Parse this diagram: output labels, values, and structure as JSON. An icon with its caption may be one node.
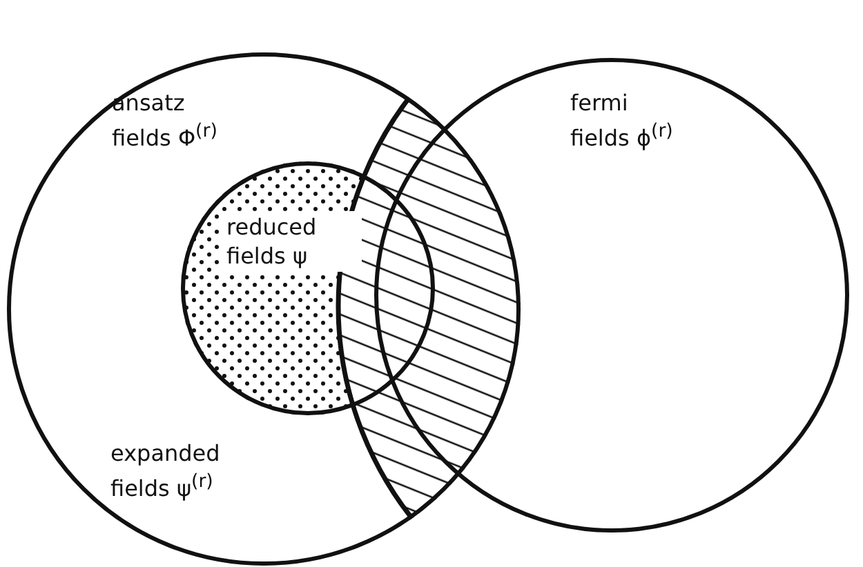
{
  "diagram": {
    "nodes": [
      {
        "text": [
          "ansatz fields Φ$^{(r)}$"
        ]
      },
      {
        "text": [
          "fermi fields ϕ$^{(r)}$"
        ]
      },
      {
        "text": [
          "reduced fields ψ"
        ],
        "in": 0
      }
    ],
    "edges": [],
    "labels": [
      "expanded fields ψ$^{(r)}$"
    ]
  }
}
